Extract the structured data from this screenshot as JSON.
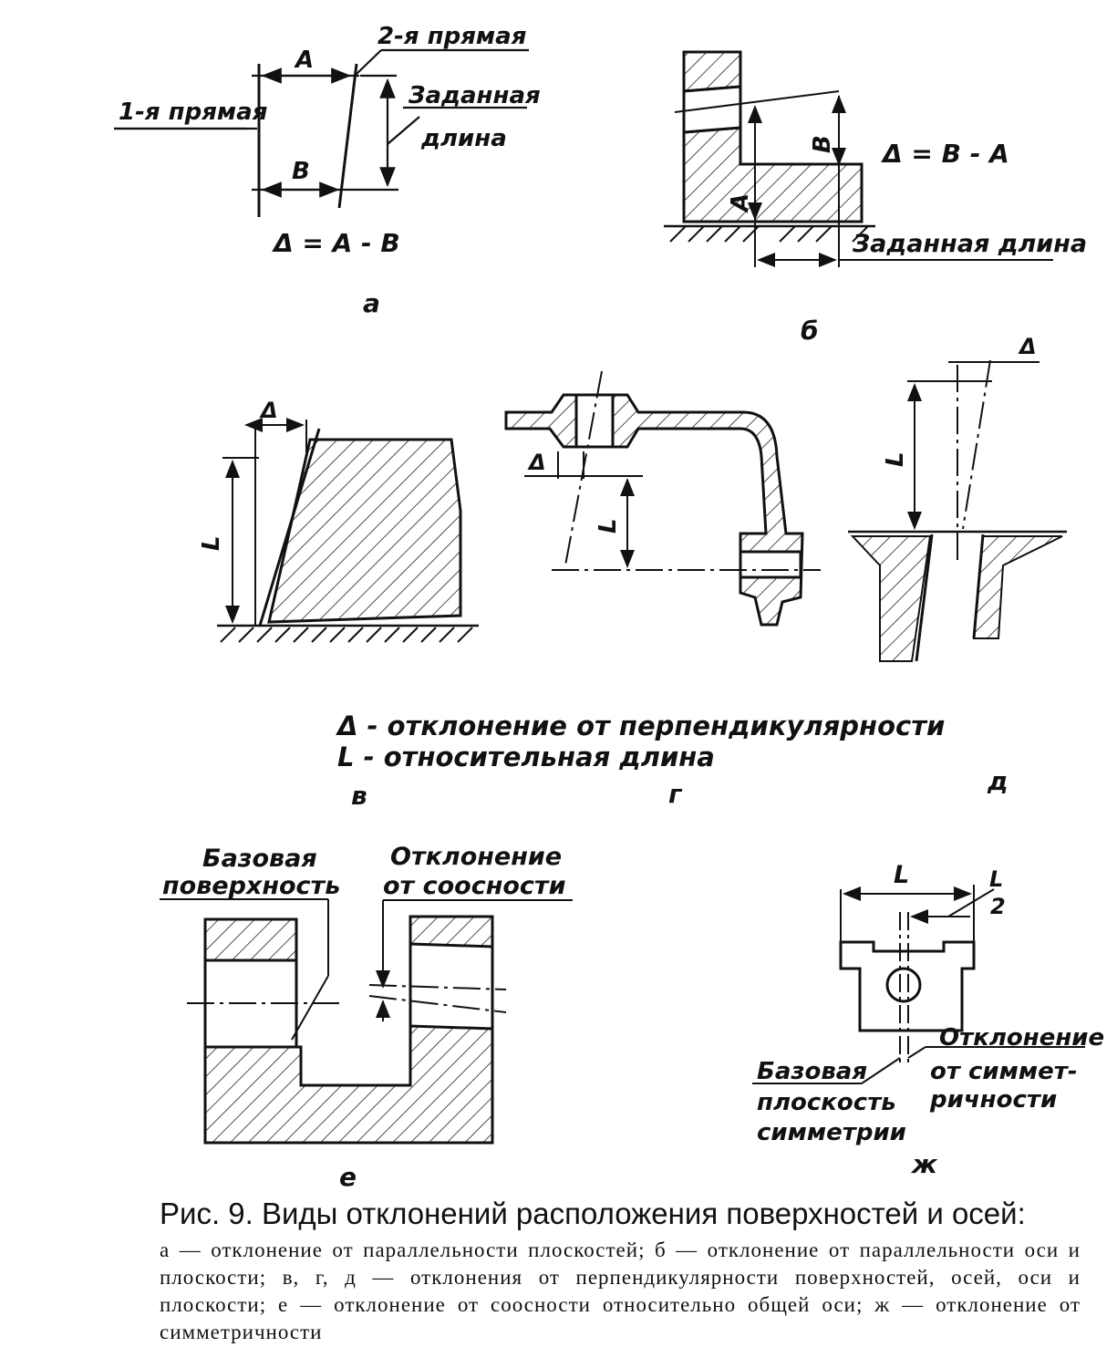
{
  "panel_a": {
    "line1": "1-я прямая",
    "line2": "2-я прямая",
    "dim_a": "A",
    "dim_b": "B",
    "given_length_1": "Заданная",
    "given_length_2": "длина",
    "formula": "Δ = A - B",
    "letter": "а"
  },
  "panel_b": {
    "dim_b": "B",
    "dim_a": "A",
    "formula": "Δ = B - A",
    "given_length": "Заданная длина",
    "letter": "б"
  },
  "panel_v": {
    "delta": "Δ",
    "dim_l": "L",
    "letter": "в"
  },
  "panel_g": {
    "delta": "Δ",
    "dim_l": "L",
    "letter": "г"
  },
  "panel_d": {
    "delta": "Δ",
    "dim_l": "L",
    "letter": "д"
  },
  "legend": {
    "line1": "Δ - отклонение от перпендикулярности",
    "line2": "L - относительная длина"
  },
  "panel_e": {
    "base_surface_1": "Базовая",
    "base_surface_2": "поверхность",
    "coax_1": "Отклонение",
    "coax_2": "от соосности",
    "letter": "е"
  },
  "panel_zh": {
    "dim_l": "L",
    "half_l_num": "L",
    "half_l_den": "2",
    "sym_dev_1": "Отклонение",
    "sym_dev_2": "от симмет-",
    "sym_dev_3": "ричности",
    "base_plane_1": "Базовая",
    "base_plane_2": "плоскость",
    "base_plane_3": "симметрии",
    "letter": "ж"
  },
  "caption": {
    "title": "Рис. 9. Виды отклонений расположения поверхностей и осей:",
    "body": "а — отклонение от параллельности плоскостей; б — отклонение от параллельности оси и плоскости; в, г, д — отклонения от перпендикулярности поверхностей, осей, оси и плоскости; е — отклонение от соосности относительно общей оси; ж — отклонение от симметричности"
  }
}
